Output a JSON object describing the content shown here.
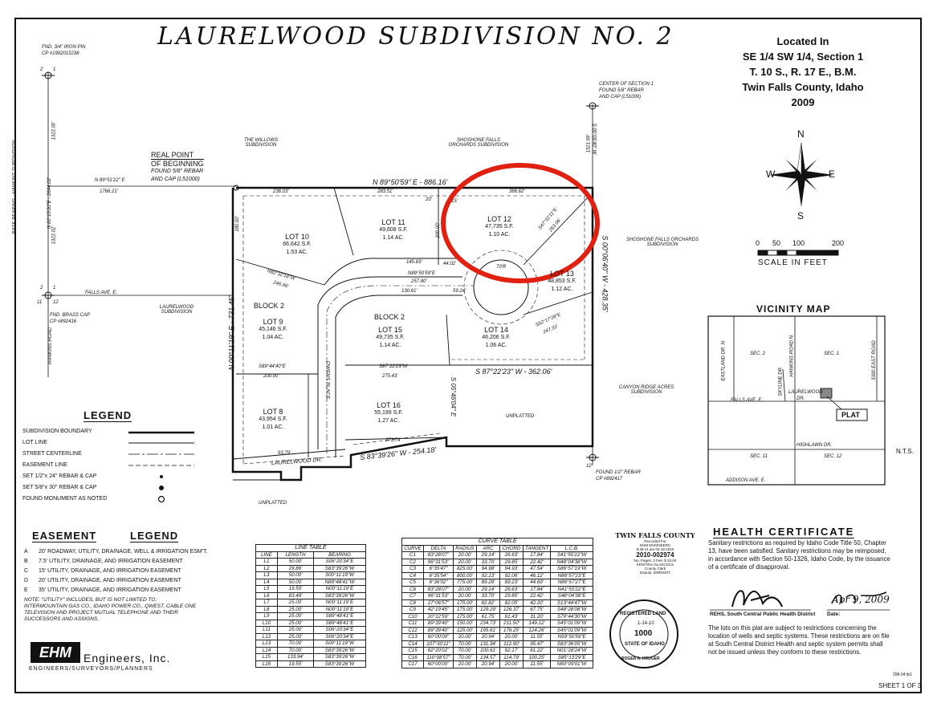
{
  "title": "LAURELWOOD SUBDIVISION NO. 2",
  "location": {
    "lines": [
      "Located In",
      "SE 1/4 SW 1/4, Section 1",
      "T. 10 S., R. 17 E., B.M.",
      "Twin Falls County, Idaho",
      "2009"
    ]
  },
  "plat": {
    "fnd_pin": "FND. 3/4\" IRON PIN",
    "fnd_pin_cp": "CP #1992015238",
    "center_section": "CENTER OF SECTION 1",
    "center_section_2": "FOUND 5/8\" REBAR",
    "center_section_3": "AND CAP (L51000)",
    "willows": "THE WILLOWS SUBDIVISION",
    "shoshone_top": "SHOSHONE FALLS ORCHARDS SUBDIVISION",
    "shoshone_right": "SHOSHONE FALLS ORCHARDS SUBDIVISION",
    "real_point": "REAL POINT",
    "of_beginning": "OF BEGINNING",
    "found_rebar": "FOUND 5/8\" REBAR",
    "and_cap": "AND CAP (L51000)",
    "north_bearing": "N 89°50'59\" E - 886.16'",
    "west_bearing": "N 89°51'22\" E",
    "west_dist": "1766.21'",
    "base_bearing": "BASE BEARING - HANKINS SUBDIVISION",
    "n00_left": "N 00°15'20\"E - 2644.02'",
    "d1322_a": "1322.00'",
    "d1322_b": "1322.02'",
    "d1321": "1321.69'",
    "s00_right": "S 00°06'40\" W",
    "s00_428": "S 00°06'40\" W - 428.35'",
    "n00_west": "N 00°11'19\" E - 731.45'",
    "falls_ave": "FALLS AVE. E.",
    "fnd_brass": "FND. BRASS CAP",
    "fnd_brass_cp": "CP #892416",
    "hankins_road": "HANKINS ROAD",
    "laurelwood_sub": "LAURELWOOD SUBDIVISION",
    "block2_left": "BLOCK 2",
    "block2_mid": "BLOCK 2",
    "canyon_ridge": "CANYON RIDGE ACRES SUBDIVISION",
    "unplatted_right": "UNPLATTED",
    "unplatted_bottom": "UNPLATTED",
    "s87": "S 87°22'23\" W - 362.06'",
    "s83": "S 83°39'26\" W - 254.18'",
    "s05": "S 05°46'04\" E",
    "found_bottom": "FOUND 1/2\" REBAR",
    "found_bottom_cp": "CP #892417",
    "laurelwood_dr": "LAURELWOOD DR.",
    "owens_place": "OWENS PLACE",
    "corner_12": "12",
    "s_2": "2",
    "s_1": "1",
    "s_11": "11",
    "s_12": "12",
    "lots": [
      {
        "name": "LOT 10",
        "sf": "66,642 S.F.",
        "ac": "1.53 AC."
      },
      {
        "name": "LOT 11",
        "sf": "49,608 S.F.",
        "ac": "1.14 AC."
      },
      {
        "name": "LOT 12",
        "sf": "47,735 S.F.",
        "ac": "1.10 AC."
      },
      {
        "name": "LOT 13",
        "sf": "48,853 S.F.",
        "ac": "1.12 AC."
      },
      {
        "name": "LOT 9",
        "sf": "45,146 S.F.",
        "ac": "1.04 AC."
      },
      {
        "name": "LOT 15",
        "sf": "49,735 S.F.",
        "ac": "1.14 AC."
      },
      {
        "name": "LOT 14",
        "sf": "46,206 S.F.",
        "ac": "1.06 AC."
      },
      {
        "name": "LOT 8",
        "sf": "43,954 S.F.",
        "ac": "1.01 AC."
      },
      {
        "name": "LOT 16",
        "sf": "55,199 S.F.",
        "ac": "1.27 AC."
      }
    ],
    "dims": {
      "d236": "236.03'",
      "d283": "283.51'",
      "d366": "366.62'",
      "d180": "180.00'",
      "d200a": "200.00'",
      "d145": "145.83'",
      "d257": "257.80'",
      "n89": "N89°50'59\"E",
      "d130": "130.61'",
      "d59": "59.24'",
      "d44": "44.02'",
      "d246": "246.66'",
      "n82": "N82°32'18\"W",
      "s89": "S89°44'40\"E",
      "d200b": "200.00'",
      "s87b": "S87°22'23\"W",
      "d275": "275.43'",
      "d273": "273.74'",
      "d93": "93.79'",
      "d20": "20'",
      "d15": "15'",
      "d70": "70'R",
      "d247": "247.33'",
      "s52": "S52°17'28\"E",
      "s47": "S47°31'11\"E",
      "d263": "263.06'"
    }
  },
  "scale": {
    "labels": [
      "0",
      "50",
      "100",
      "200"
    ],
    "unit": "SCALE IN FEET"
  },
  "compass": {
    "n": "N",
    "s": "S",
    "e": "E",
    "w": "W"
  },
  "vicinity": {
    "title": "VICINITY MAP",
    "eastland": "EASTLAND DR. N.",
    "hankins": "HANKINS ROAD N.",
    "east3300": "3300 EAST ROAD",
    "skyline": "SKYLINE DR.",
    "sec2": "SEC. 2",
    "sec1": "SEC. 1",
    "sec11": "SEC. 11",
    "sec12": "SEC. 12",
    "falls": "FALLS AVE. E.",
    "laurelwood": "LAURELWOOD",
    "dr": "DR.",
    "plat": "PLAT",
    "highlawn": "HIGHLAWN DR.",
    "addison": "ADDISON AVE. E.",
    "nts": "N.T.S."
  },
  "legend": {
    "title": "LEGEND",
    "items": [
      "SUBDIVISION BOUNDARY",
      "LOT LINE",
      "STREET CENTERLINE",
      "EASEMENT LINE",
      "SET 1/2\"x 24\" REBAR & CAP",
      "SET 5/8\"x 30\" REBAR & CAP",
      "FOUND MONUMENT AS NOTED"
    ]
  },
  "easement": {
    "title_a": "EASEMENT",
    "title_b": "LEGEND",
    "items": [
      {
        "k": "A",
        "v": "20' ROADWAY, UTILITY, DRAINAGE, WELL & IRRIGATION ESM'T."
      },
      {
        "k": "B",
        "v": "7.5' UTILITY, DRAINAGE, AND IRRIGATION EASEMENT"
      },
      {
        "k": "C",
        "v": "15' UTILITY, DRAINAGE, AND IRRIGATION EASEMENT"
      },
      {
        "k": "D",
        "v": "20' UTILITY, DRAINAGE, AND IRRIGATION EASEMENT"
      },
      {
        "k": "E",
        "v": "35' UTILITY, DRAINAGE, AND IRRIGATION EASEMENT"
      }
    ],
    "note": "NOTE: \"UTILITY\" INCLUDES, BUT IS NOT LIMITED TO, INTERMOUNTAIN GAS CO., IDAHO POWER CO., QWEST, CABLE ONE TELEVISION AND PROJECT MUTUAL TELEPHONE AND THEIR SUCCESSORS AND ASSIGNS."
  },
  "engineers": {
    "logo": "EHM",
    "name": "Engineers, Inc.",
    "sub": "ENGINEERS/SURVEYORS/PLANNERS"
  },
  "line_table": {
    "title": "LINE TABLE",
    "headers": [
      "LINE",
      "LENGTH",
      "BEARING"
    ],
    "rows": [
      [
        "L1",
        "50.00'",
        "S06°20'34\"E"
      ],
      [
        "L2",
        "29.86'",
        "S83°39'26\"W"
      ],
      [
        "L3",
        "50.00'",
        "S00°11'19\"W"
      ],
      [
        "L4",
        "50.00'",
        "N89°48'41\"W"
      ],
      [
        "L5",
        "19.55'",
        "N00°11'19\"E"
      ],
      [
        "L6",
        "83.49'",
        "S83°39'26\"W"
      ],
      [
        "L7",
        "25.00'",
        "N00°11'19\"E"
      ],
      [
        "L8",
        "25.00'",
        "N00°11'19\"E"
      ],
      [
        "L9",
        "25.00'",
        "S89°48'41\"E"
      ],
      [
        "L10",
        "25.00'",
        "S89°48'41\"E"
      ],
      [
        "L11",
        "25.00'",
        "S06°20'34\"E"
      ],
      [
        "L12",
        "25.00'",
        "S06°20'34\"E"
      ],
      [
        "L13",
        "70.00'",
        "S00°11'19\"W"
      ],
      [
        "L14",
        "70.00'",
        "S83°39'26\"W"
      ],
      [
        "L15",
        "133.94'",
        "S83°39'26\"W"
      ],
      [
        "L16",
        "19.55'",
        "S83°39'26\"W"
      ]
    ]
  },
  "curve_table": {
    "title": "CURVE TABLE",
    "headers": [
      "CURVE",
      "DELTA",
      "RADIUS",
      "ARC",
      "CHORD",
      "TANGENT",
      "L.C.B."
    ],
    "rows": [
      [
        "C1",
        "83°28'07\"",
        "20.00'",
        "29.14'",
        "26.63'",
        "17.84'",
        "S41°55'22\"W"
      ],
      [
        "C2",
        "96°31'53\"",
        "20.00'",
        "33.70'",
        "29.85'",
        "22.42'",
        "N48°04'38\"W"
      ],
      [
        "C3",
        "6°35'47\"",
        "825.00'",
        "94.98'",
        "94.93'",
        "47.54'",
        "S86°57'19\"W"
      ],
      [
        "C4",
        "6°35'54\"",
        "800.00'",
        "92.13'",
        "92.06'",
        "46.12'",
        "N86°57'23\"E"
      ],
      [
        "C5",
        "6°36'02\"",
        "775.00'",
        "89.28'",
        "89.23'",
        "44.69'",
        "N86°57'27\"E"
      ],
      [
        "C6",
        "83°28'07\"",
        "20.00'",
        "29.14'",
        "26.63'",
        "17.84'",
        "N41°55'22\"E"
      ],
      [
        "C7",
        "96°31'53\"",
        "20.00'",
        "33.70'",
        "29.85'",
        "22.42'",
        "S48°04'38\"E"
      ],
      [
        "C8",
        "27°06'57\"",
        "175.00'",
        "82.82'",
        "82.05'",
        "42.20'",
        "S13°44'47\"W"
      ],
      [
        "C9",
        "42°19'45\"",
        "175.00'",
        "129.29'",
        "126.37'",
        "67.75'",
        "S48°28'08\"W"
      ],
      [
        "C10",
        "20°12'59\"",
        "175.00'",
        "61.75'",
        "61.43'",
        "31.20'",
        "S79°44'30\"W"
      ],
      [
        "C11",
        "89°39'40\"",
        "150.00'",
        "234.73'",
        "211.50'",
        "149.12'",
        "S45°01'09\"W"
      ],
      [
        "C12",
        "89°39'40\"",
        "125.00'",
        "195.61'",
        "176.25'",
        "124.26'",
        "S45°01'09\"W"
      ],
      [
        "C13",
        "60°00'00\"",
        "20.00'",
        "20.94'",
        "20.00'",
        "11.55'",
        "N59°50'59\"E"
      ],
      [
        "C14",
        "107°30'11\"",
        "70.00'",
        "131.34'",
        "112.90'",
        "95.47'",
        "S83°36'05\"W"
      ],
      [
        "C15",
        "82°20'02\"",
        "70.00'",
        "100.61'",
        "92.17'",
        "61.22'",
        "N01°28'24\"W"
      ],
      [
        "C16",
        "110°08'57\"",
        "70.00'",
        "134.57'",
        "114.79'",
        "100.25'",
        "S85°13'29\"E"
      ],
      [
        "C17",
        "60°00'00\"",
        "20.00'",
        "20.94'",
        "20.00'",
        "11.55'",
        "N60°09'01\"W"
      ]
    ]
  },
  "county": {
    "title": "TWIN FALLS COUNTY",
    "lines": [
      "Recorded For",
      "EHM ENGINEERS",
      "9:48:14 am 02-16-2010",
      "2010-002974",
      "No. Pages: 3 Fee: $ 33.00",
      "KRISTINA GLASCOCK",
      "County Clerk",
      "Deputy: DWRIGHT"
    ]
  },
  "health": {
    "title": "HEALTH CERTIFICATE",
    "text": "Sanitary restrictions as required by Idaho Code Title 50, Chapter 13, have been satisfied. Sanitary restrictions may be reimposed, in accordance with Section 50-1326, Idaho Code, by the issuance of a certificate of disapproval.",
    "signer": "REHS, South Central Public Health District",
    "date_label": "Date:",
    "date_sig": "Apr 9, 2009",
    "note": "The lots on this plat are subject to restrictions concerning the location of wells and septic systems. These restrictions are on file at South Central District Health and septic system permits shall not be issued unless they conform to these restrictions."
  },
  "seal": {
    "top": "REGISTERED LAND",
    "num": "1000",
    "state": "STATE OF IDAHO",
    "name": "ROGER A. KRUGER",
    "date": "1-14-10"
  },
  "sheet": {
    "job": "298-04 fp1",
    "label": "SHEET 1 OF 3"
  }
}
